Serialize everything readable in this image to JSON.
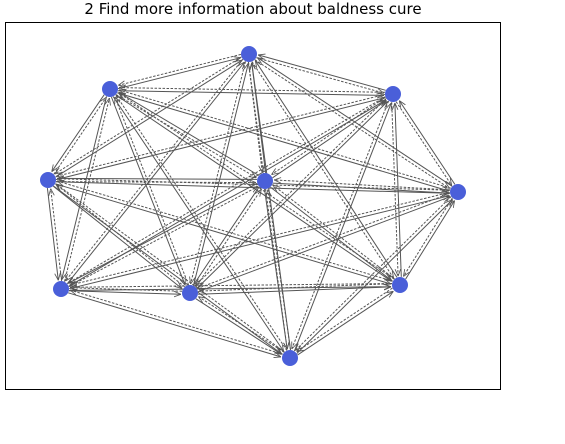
{
  "title": "2 Find more information about baldness cure",
  "colors": {
    "node": "#4a5fd9",
    "edge": "#555555",
    "background": "#ffffff",
    "frame": "#000000"
  },
  "graph": {
    "directed": true,
    "nodes": [
      {
        "id": 0
      },
      {
        "id": 1
      },
      {
        "id": 2
      },
      {
        "id": 3
      },
      {
        "id": 4
      },
      {
        "id": 5
      },
      {
        "id": 6
      },
      {
        "id": 7
      },
      {
        "id": 8
      },
      {
        "id": 9
      }
    ],
    "edges": [
      [
        0,
        1
      ],
      [
        1,
        0
      ],
      [
        0,
        2
      ],
      [
        2,
        0
      ],
      [
        0,
        3
      ],
      [
        3,
        0
      ],
      [
        0,
        4
      ],
      [
        4,
        0
      ],
      [
        0,
        5
      ],
      [
        5,
        0
      ],
      [
        0,
        6
      ],
      [
        6,
        0
      ],
      [
        0,
        7
      ],
      [
        7,
        0
      ],
      [
        0,
        8
      ],
      [
        8,
        0
      ],
      [
        0,
        9
      ],
      [
        9,
        0
      ],
      [
        1,
        2
      ],
      [
        2,
        1
      ],
      [
        1,
        3
      ],
      [
        3,
        1
      ],
      [
        1,
        4
      ],
      [
        4,
        1
      ],
      [
        1,
        5
      ],
      [
        5,
        1
      ],
      [
        1,
        6
      ],
      [
        6,
        1
      ],
      [
        1,
        7
      ],
      [
        7,
        1
      ],
      [
        1,
        8
      ],
      [
        8,
        1
      ],
      [
        1,
        9
      ],
      [
        9,
        1
      ],
      [
        2,
        3
      ],
      [
        3,
        2
      ],
      [
        2,
        4
      ],
      [
        4,
        2
      ],
      [
        2,
        5
      ],
      [
        5,
        2
      ],
      [
        2,
        6
      ],
      [
        6,
        2
      ],
      [
        2,
        7
      ],
      [
        7,
        2
      ],
      [
        2,
        8
      ],
      [
        8,
        2
      ],
      [
        2,
        9
      ],
      [
        9,
        2
      ],
      [
        3,
        4
      ],
      [
        4,
        3
      ],
      [
        3,
        5
      ],
      [
        5,
        3
      ],
      [
        3,
        6
      ],
      [
        6,
        3
      ],
      [
        3,
        7
      ],
      [
        7,
        3
      ],
      [
        3,
        8
      ],
      [
        8,
        3
      ],
      [
        3,
        9
      ],
      [
        9,
        3
      ],
      [
        4,
        5
      ],
      [
        5,
        4
      ],
      [
        4,
        6
      ],
      [
        6,
        4
      ],
      [
        4,
        7
      ],
      [
        7,
        4
      ],
      [
        4,
        8
      ],
      [
        8,
        4
      ],
      [
        4,
        9
      ],
      [
        9,
        4
      ],
      [
        5,
        6
      ],
      [
        6,
        5
      ],
      [
        5,
        7
      ],
      [
        7,
        5
      ],
      [
        5,
        8
      ],
      [
        8,
        5
      ],
      [
        5,
        9
      ],
      [
        9,
        5
      ],
      [
        6,
        7
      ],
      [
        7,
        6
      ],
      [
        6,
        8
      ],
      [
        8,
        6
      ],
      [
        6,
        9
      ],
      [
        9,
        6
      ],
      [
        7,
        8
      ],
      [
        8,
        7
      ],
      [
        7,
        9
      ],
      [
        9,
        7
      ],
      [
        8,
        9
      ],
      [
        9,
        8
      ]
    ]
  }
}
